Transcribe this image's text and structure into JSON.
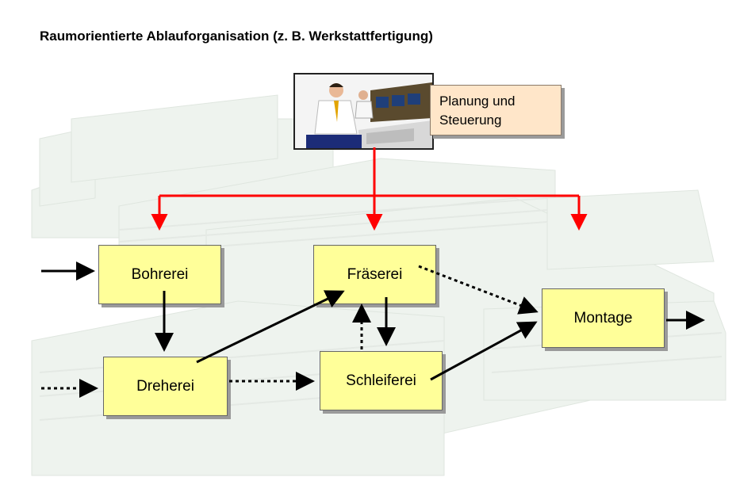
{
  "title": "Raumorientierte Ablauforganisation (z. B. Werkstattfertigung)",
  "planning": {
    "line1": "Planung und",
    "line2": "Steuerung"
  },
  "departments": {
    "bohrerei": "Bohrerei",
    "fraeserei": "Fräserei",
    "dreherei": "Dreherei",
    "schleiferei": "Schleiferei",
    "montage": "Montage"
  },
  "colors": {
    "box_fill": "#ffff99",
    "planning_fill": "#ffe6c9",
    "control_arrow": "#ff0000",
    "flow_arrow": "#000000"
  }
}
